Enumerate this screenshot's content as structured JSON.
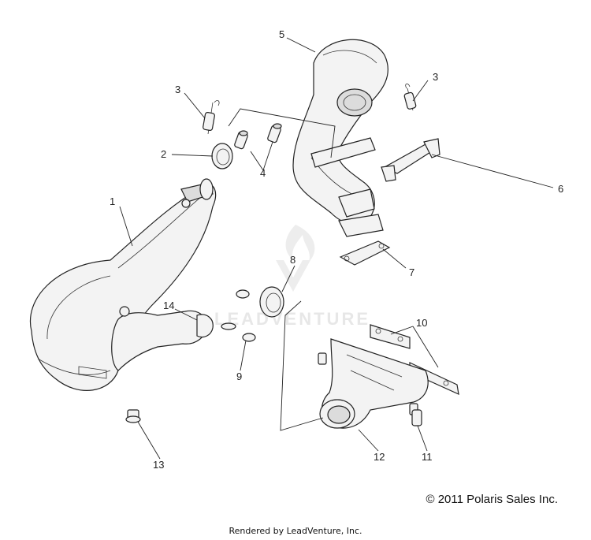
{
  "diagram": {
    "callouts": [
      "1",
      "2",
      "3",
      "3",
      "4",
      "5",
      "6",
      "7",
      "8",
      "9",
      "10",
      "11",
      "12",
      "13",
      "14"
    ],
    "watermark": "LEADVENTURE"
  },
  "footer": {
    "copyright": "© 2011 Polaris Sales Inc.",
    "rendered_by": "Rendered by LeadVenture, Inc."
  }
}
